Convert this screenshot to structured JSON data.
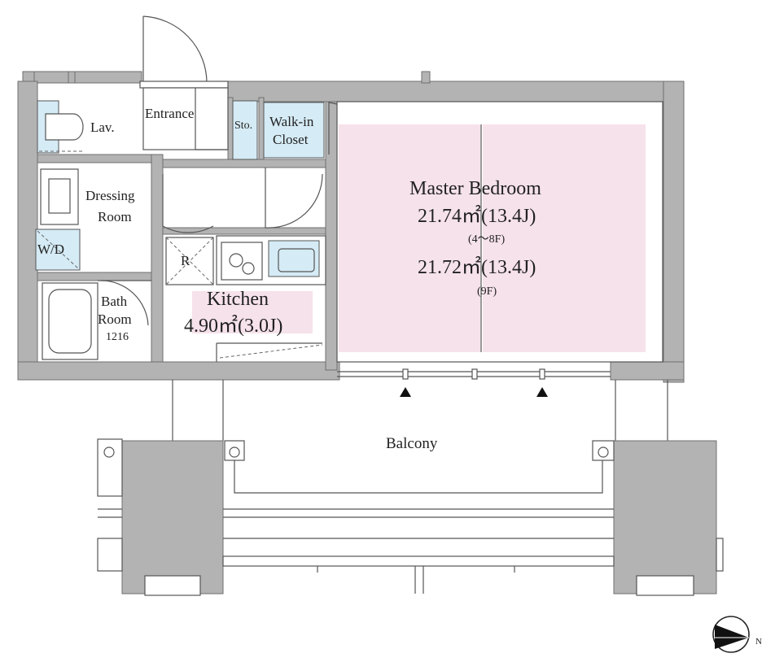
{
  "rooms": {
    "entrance": "Entrance",
    "storage": "Sto.",
    "walkin_line1": "Walk-in",
    "walkin_line2": "Closet",
    "lavatory": "Lav.",
    "dressing_line1": "Dressing",
    "dressing_line2": "Room",
    "washer": "W/D",
    "refrigerator": "R",
    "bath_line1": "Bath",
    "bath_line2": "Room",
    "bath_size": "1216",
    "kitchen": "Kitchen",
    "kitchen_area": "4.90㎡(3.0J)",
    "bedroom": "Master Bedroom",
    "bedroom_area_1": "21.74㎡(13.4J)",
    "bedroom_floors_1": "(4～8F)",
    "bedroom_area_2": "21.72㎡(13.4J)",
    "bedroom_floors_2": "(9F)",
    "balcony": "Balcony"
  },
  "compass": {
    "label": "N"
  }
}
